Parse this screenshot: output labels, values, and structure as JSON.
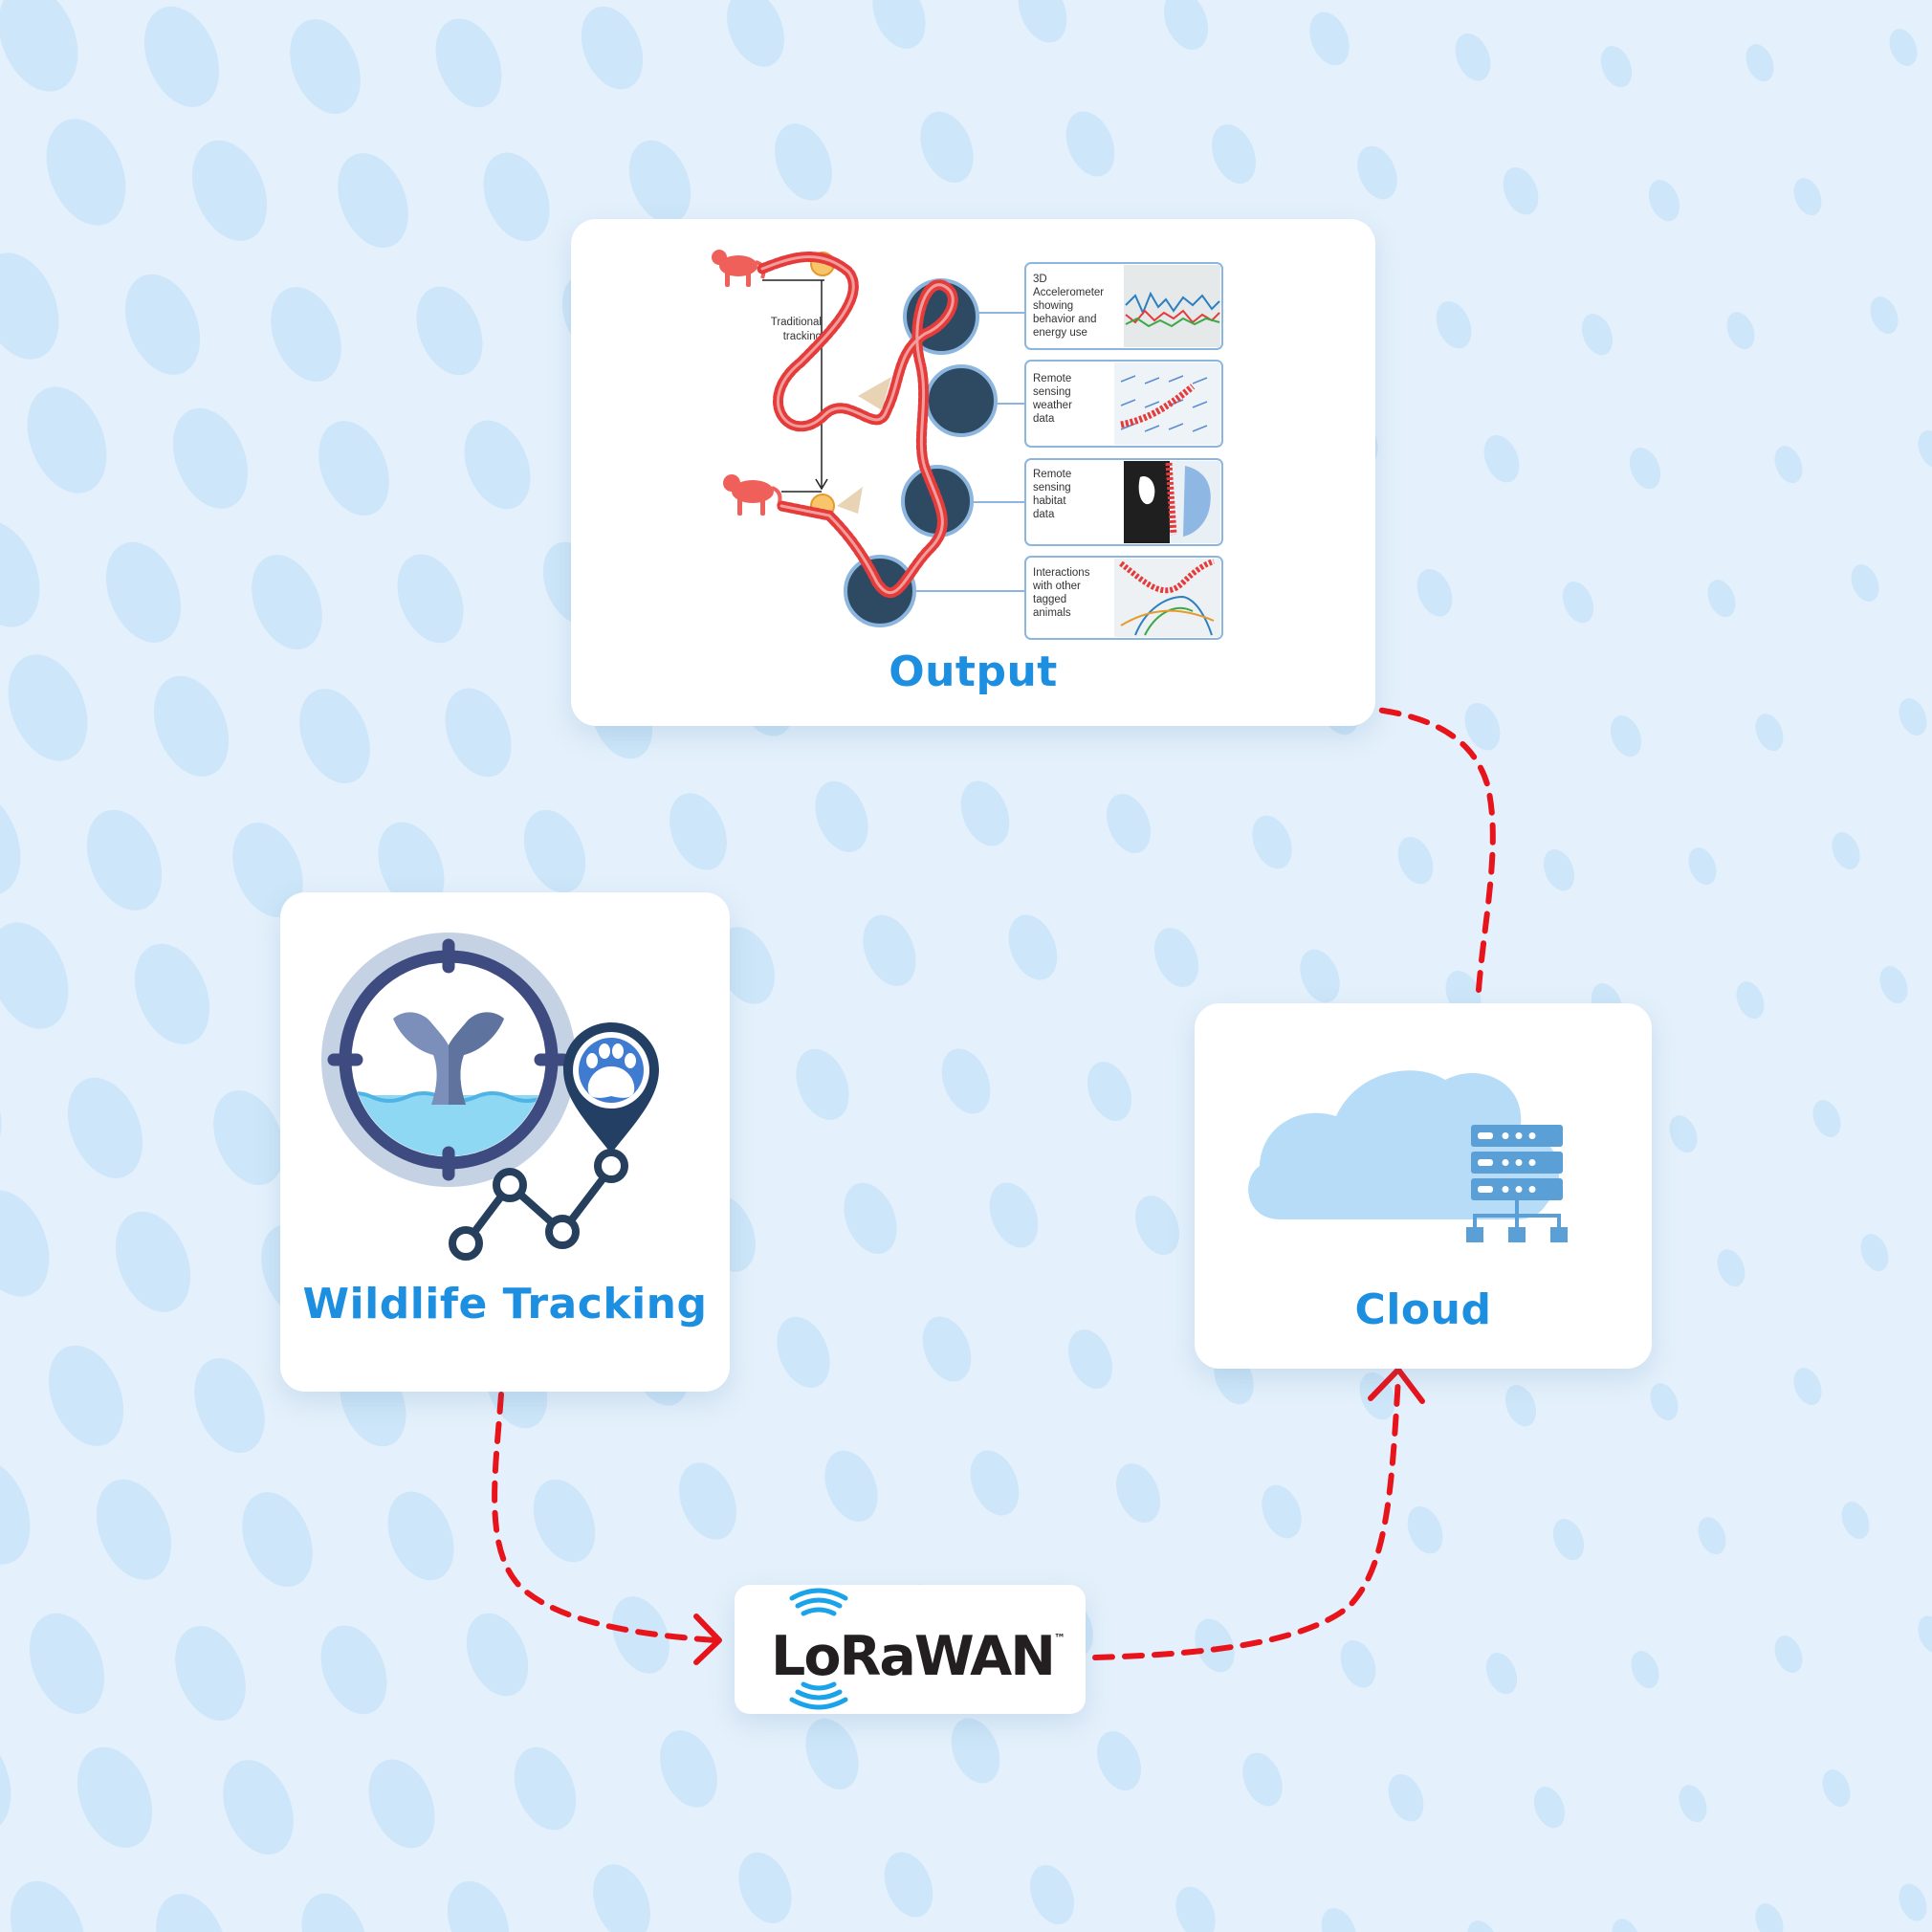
{
  "nodes": {
    "output": {
      "title": "Output"
    },
    "wildlife": {
      "title": "Wildlife Tracking"
    },
    "cloud": {
      "title": "Cloud"
    },
    "lorawan": {
      "logo_text": "LoRaWAN",
      "trademark": "™"
    }
  },
  "output_figure": {
    "left_label_line1": "Traditional",
    "left_label_line2": "tracking",
    "panels": [
      {
        "lines": [
          "3D",
          "Accelerometer",
          "showing",
          "behavior and",
          "energy use"
        ]
      },
      {
        "lines": [
          "Remote",
          "sensing",
          "weather",
          "data"
        ]
      },
      {
        "lines": [
          "Remote",
          "sensing",
          "habitat",
          "data"
        ]
      },
      {
        "lines": [
          "Interactions",
          "with other",
          "tagged",
          "animals"
        ]
      }
    ]
  },
  "flow": [
    {
      "from": "Wildlife Tracking",
      "to": "LoRaWAN"
    },
    {
      "from": "LoRaWAN",
      "to": "Cloud"
    },
    {
      "from": "Cloud",
      "to": "Output"
    }
  ],
  "colors": {
    "background": "#e4f1fc",
    "dots": "#c6e2f8",
    "title_blue": "#1d8fe0",
    "connector_red": "#e8141b",
    "navy": "#3d4b80",
    "cloud_fill": "#b6dcf8",
    "server_blue": "#5a9fd6"
  },
  "icons": [
    "crosshair-icon",
    "whale-tail-icon",
    "paw-pin-icon",
    "route-line-icon",
    "cloud-icon",
    "server-icon",
    "signal-icon",
    "baboon-icon"
  ]
}
